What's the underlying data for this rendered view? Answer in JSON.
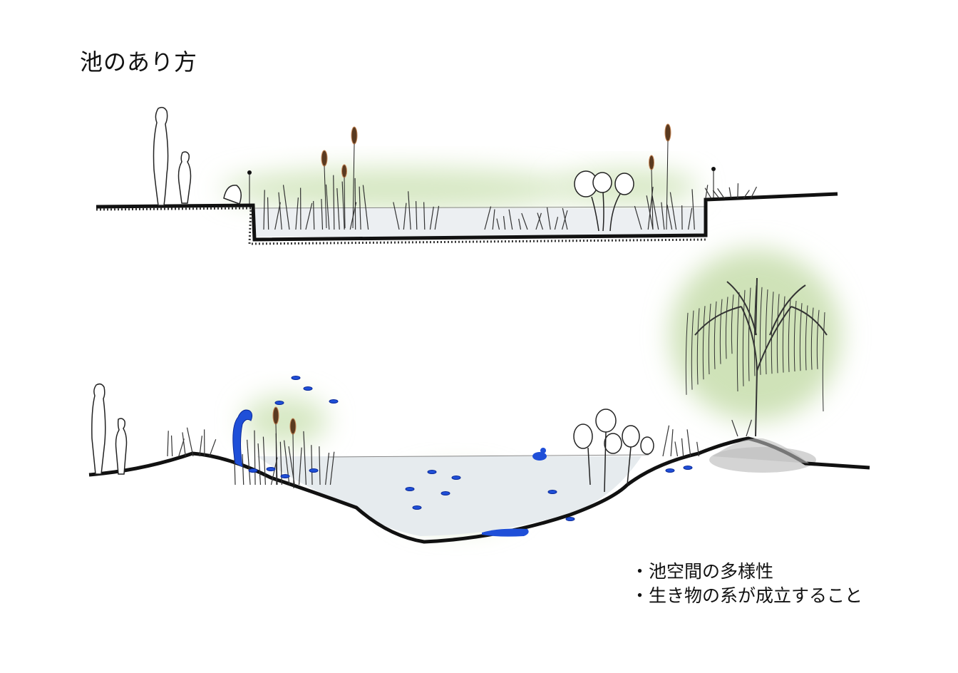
{
  "title": "池のあり方",
  "notes": [
    "・池空間の多様性",
    "・生き物の系が成立すること"
  ],
  "colors": {
    "ink": "#111111",
    "foliage": "#cfe2b8",
    "water": "#e4e9ee",
    "creatures": "#1f4fd8",
    "cattail": "#5a3a20"
  }
}
